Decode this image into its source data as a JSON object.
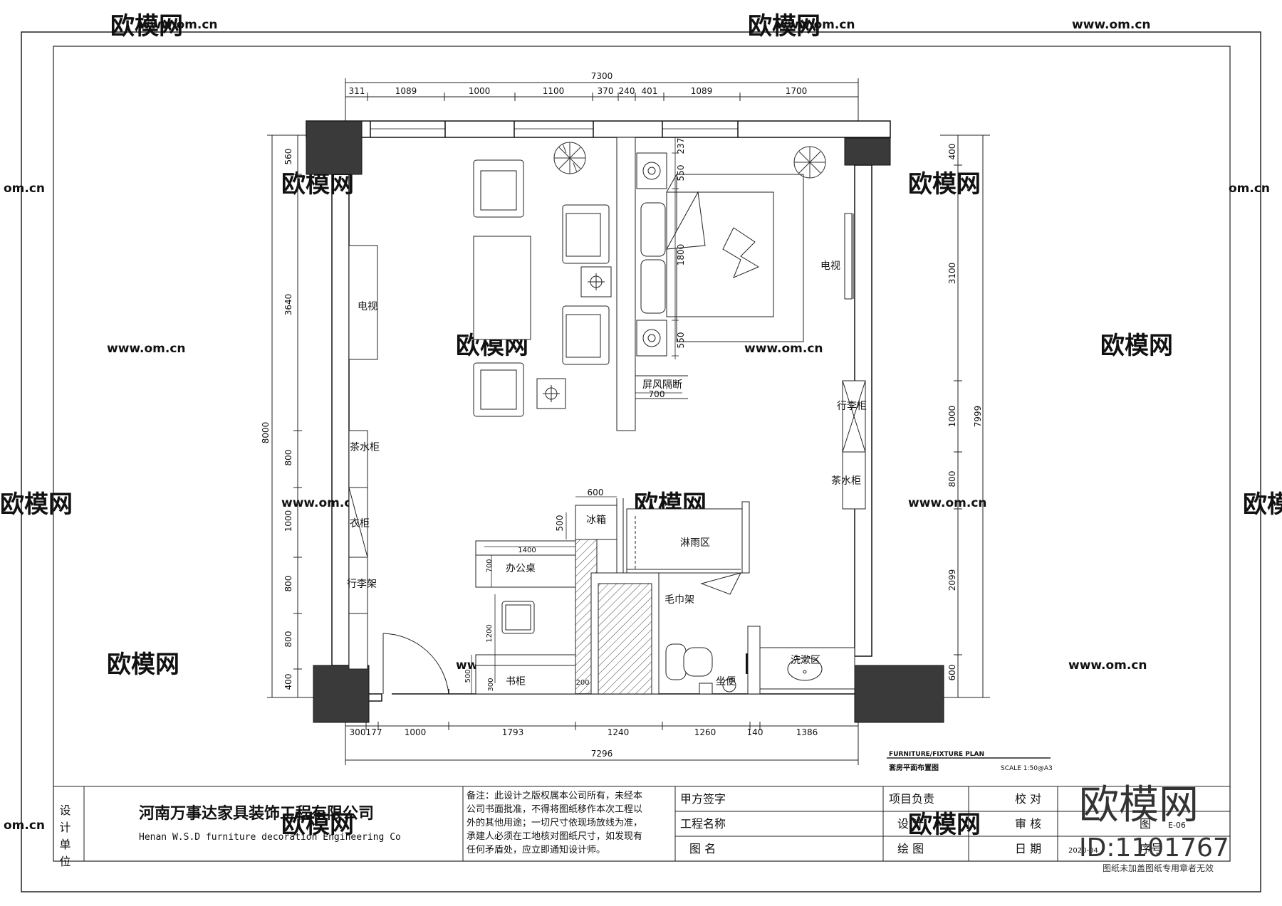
{
  "plan": {
    "total_top": "7300",
    "top_dims": [
      "311",
      "1089",
      "1000",
      "1100",
      "370",
      "240",
      "401",
      "1089",
      "1700"
    ],
    "total_bottom": "7296",
    "bottom_dims": [
      "300",
      "177",
      "1000",
      "1793",
      "1240",
      "1260",
      "140",
      "1386"
    ],
    "left_total": "8000",
    "left_dims": [
      "560",
      "3640",
      "800",
      "1000",
      "800",
      "800",
      "400"
    ],
    "right_total": "7999",
    "right_dims": [
      "400",
      "3100",
      "1000",
      "800",
      "2099",
      "600"
    ],
    "inner_dims": {
      "bed_width": "1800",
      "nightstand_top": "550",
      "nightstand_bottom": "550",
      "nightstand_gap": "237",
      "screen_width": "700",
      "fridge_width": "600",
      "fridge_depth": "500",
      "desk_length": "1400",
      "desk_depth": "700",
      "chair_space": "1200",
      "shelf_depth": "300",
      "shelf_gap": "500",
      "wall_200": "200"
    },
    "rooms": {
      "tv_left": "电视",
      "tv_right": "电视",
      "screen_partition": "屏风隔断",
      "luggage_cabinet": "行李柜",
      "tea_cabinet_right": "茶水柜",
      "tea_cabinet_left": "茶水柜",
      "wardrobe": "衣柜",
      "luggage_rack": "行李架",
      "fridge": "冰箱",
      "shower": "淋雨区",
      "office_desk": "办公桌",
      "towel_rack": "毛巾架",
      "toilet": "坐便",
      "wash_area": "洗漱区",
      "bookcase": "书柜"
    },
    "plan_title_en": "FURNITURE/FIXTURE PLAN",
    "plan_title_cn": "套房平面布置图",
    "scale": "SCALE  1:50@A3"
  },
  "titleblock": {
    "design_unit_label": "设计单位",
    "company_cn": "河南万事达家具装饰工程有限公司",
    "company_en": "Henan W.S.D furniture decoration Engineering Co",
    "note": [
      "备注：此设计之版权属本公司所有，未经本",
      "公司书面批准，不得将图纸移作本次工程以",
      "外的其他用途；一切尺寸依现场放线为准，",
      "承建人必须在工地核对图纸尺寸，如发现有",
      "任何矛盾处，应立即通知设计师。"
    ],
    "client_sign": "甲方签字",
    "project_name": "工程名称",
    "drawing_name": "图  名",
    "project_lead": "项目负责",
    "design": "设  计",
    "drawn": "绘  图",
    "check": "校  对",
    "review": "审  核",
    "date": "日  期",
    "date_value": "2020-04",
    "drawing_no": "图",
    "drawing_no_value": "E-06",
    "seq_no": "序号"
  },
  "watermark": {
    "brand": "欧模网",
    "url": "www.om.cn",
    "url_short": "om.cn",
    "big_brand": "欧模网",
    "id": "ID:1101767",
    "stamp_note": "图纸未加盖图纸专用章者无效"
  }
}
